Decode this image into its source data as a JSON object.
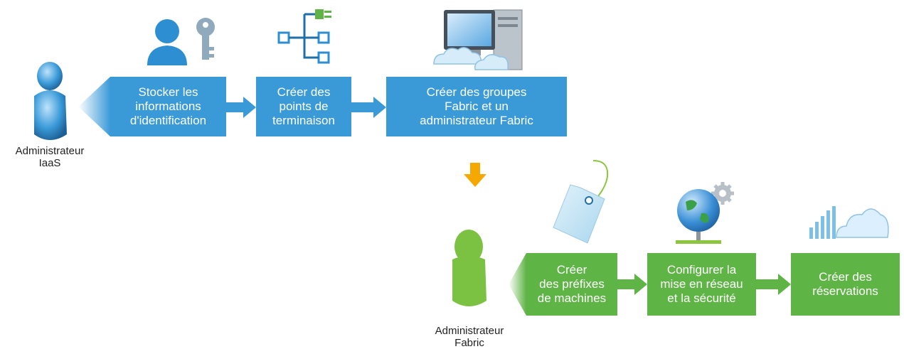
{
  "iaas_row": {
    "role_label": "Administrateur\nIaaS",
    "steps": [
      "Stocker les\ninformations\nd'identification",
      "Créer des\npoints de\nterminaison",
      "Créer des groupes\nFabric et un\nadministrateur Fabric"
    ],
    "color": "#3a9ad8"
  },
  "fabric_row": {
    "role_label": "Administrateur\nFabric",
    "steps": [
      "Créer\ndes préfixes\nde machines",
      "Configurer la\nmise en réseau\net la sécurité",
      "Créer des\nréservations"
    ],
    "color": "#5fb446"
  },
  "icons": {
    "user_key": "user-key-icon",
    "endpoints": "endpoint-tree-icon",
    "computer_cloud": "computer-cloud-icon",
    "tag": "tag-icon",
    "globe_gear": "globe-gear-icon",
    "cloud_bars": "cloud-bars-icon",
    "handoff_arrow_color": "#f5a800"
  }
}
